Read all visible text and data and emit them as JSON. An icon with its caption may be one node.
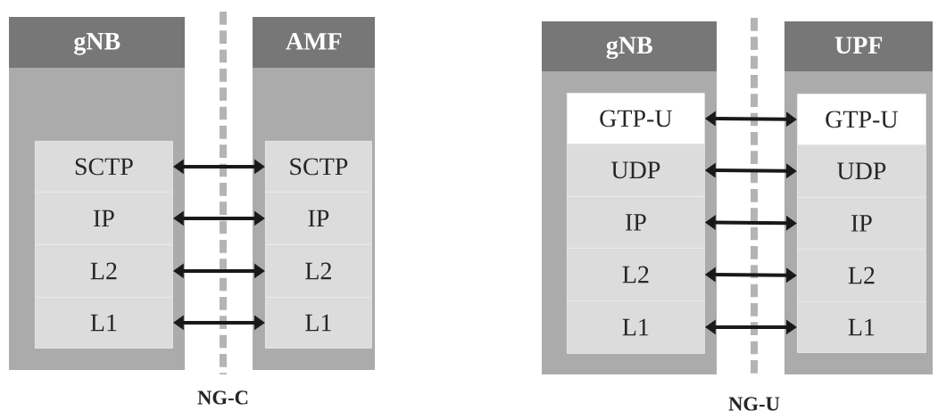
{
  "diagram": {
    "nodes": [
      {
        "text": [
          "gNB"
        ]
      },
      {
        "text": [
          "SCTP"
        ],
        "in": 0
      },
      {
        "text": [
          "IP"
        ],
        "in": 0
      },
      {
        "text": [
          "L2"
        ],
        "in": 0
      },
      {
        "text": [
          "L1"
        ],
        "in": 0
      },
      {
        "text": [
          "AMF"
        ]
      },
      {
        "text": [
          "SCTP"
        ],
        "in": 5
      },
      {
        "text": [
          "IP"
        ],
        "in": 5
      },
      {
        "text": [
          "L2"
        ],
        "in": 5
      },
      {
        "text": [
          "L1"
        ],
        "in": 5
      },
      {
        "text": [
          "gNB"
        ]
      },
      {
        "text": [
          "GTP-U"
        ],
        "in": 10
      },
      {
        "text": [
          "UDP"
        ],
        "in": 10
      },
      {
        "text": [
          "IP"
        ],
        "in": 10
      },
      {
        "text": [
          "L2"
        ],
        "in": 10
      },
      {
        "text": [
          "L1"
        ],
        "in": 10
      },
      {
        "text": [
          "UPF"
        ]
      },
      {
        "text": [
          "GTP-U"
        ],
        "in": 16
      },
      {
        "text": [
          "UDP"
        ],
        "in": 16
      },
      {
        "text": [
          "IP"
        ],
        "in": 16
      },
      {
        "text": [
          "L2"
        ],
        "in": 16
      },
      {
        "text": [
          "L1"
        ],
        "in": 16
      }
    ],
    "edges": [
      {
        "from": 1,
        "to": 6,
        "arrow": "both"
      },
      {
        "from": 2,
        "to": 7,
        "arrow": "both"
      },
      {
        "from": 3,
        "to": 8,
        "arrow": "both"
      },
      {
        "from": 4,
        "to": 9,
        "arrow": "both"
      },
      {
        "from": 11,
        "to": 17,
        "arrow": "both"
      },
      {
        "from": 12,
        "to": 18,
        "arrow": "both"
      },
      {
        "from": 13,
        "to": 19,
        "arrow": "both"
      },
      {
        "from": 14,
        "to": 20,
        "arrow": "both"
      },
      {
        "from": 15,
        "to": 21,
        "arrow": "both"
      }
    ],
    "labels": [
      "NG-C",
      "NG-U"
    ]
  }
}
